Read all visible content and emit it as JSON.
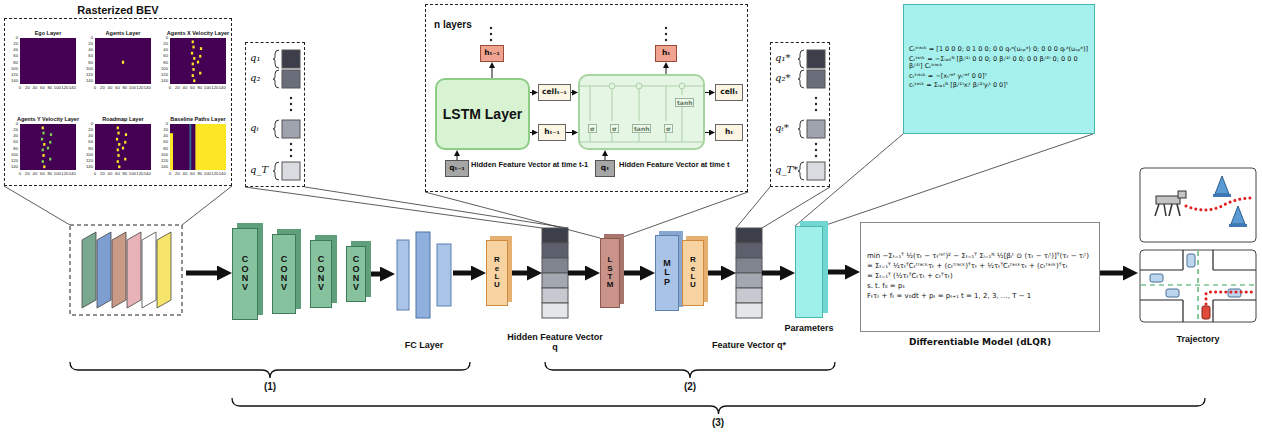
{
  "diagram": {
    "nodes": [
      {
        "text": [
          "Rasterized BEV"
        ]
      },
      {
        "text": [
          "Ego Layer"
        ],
        "in": 0
      },
      {
        "text": [
          "Agents Layer"
        ],
        "in": 0
      },
      {
        "text": [
          "Agents X Velocity Layer"
        ],
        "in": 0
      },
      {
        "text": [
          "Agents Y Velocity Layer"
        ],
        "in": 0
      },
      {
        "text": [
          "Roadmap Layer"
        ],
        "in": 0
      },
      {
        "text": [
          "Baseline Paths Layer"
        ],
        "in": 0
      },
      {
        "text": [
          "q₁",
          "q₂",
          "qₜ",
          "q_T"
        ]
      },
      {
        "text": [
          "n layers"
        ]
      },
      {
        "text": [
          "LSTM Layer"
        ],
        "in": 8
      },
      {
        "text": [
          "hₜ₋₁"
        ],
        "in": 8
      },
      {
        "text": [
          "cellₜ₋₁"
        ],
        "in": 8
      },
      {
        "text": [
          "hₜ₋₁"
        ],
        "in": 8
      },
      {
        "text": [
          "qₜ₋₁"
        ],
        "in": 8
      },
      {
        "text": [
          "σ",
          "σ",
          "tanh",
          "σ",
          "tanh"
        ],
        "in": 8
      },
      {
        "text": [
          "qₜ"
        ],
        "in": 8
      },
      {
        "text": [
          "hₜ"
        ],
        "in": 8
      },
      {
        "text": [
          "cellₜ"
        ],
        "in": 8
      },
      {
        "text": [
          "hₜ"
        ],
        "in": 8
      },
      {
        "text": [
          "q₁*",
          "q₂*",
          "qₜ*",
          "q_T*"
        ]
      },
      {
        "text": [
          "Cₜᵗʳᵃᶜᵏ = [1 0 0 0; 0 1 0 0; 0 0 qₜᵃ(uₛₚᵃ) 0; 0 0 0 qₜᵃ(uₛₚᵃ)]",
          "Cₜᵗᵃˢᵏ = −Σᵢ₌₁ᴺ [βᵢ⁽¹⁾ 0 0 0; 0 βᵢ⁽²⁾ 0 0; 0 0 βᵢ⁽³⁾ 0; 0 0 0 βᵢ⁽⁴⁾] Cₜᵗʳᵃᶜᵏ",
          "cₜᵗʳᵃᶜᵏ = −[xₜʳᵉᶠ yₜʳᵉᶠ 0 0]ᵀ",
          "cₜᵗᵃˢᵏ = Σᵢ₌₁ᴺ [βᵢ⁽¹⁾xᵢᵗ βᵢ⁽²⁾yᵢᵗ 0 0]ᵀ"
        ]
      },
      {
        "text": [
          "CONV"
        ]
      },
      {
        "text": [
          "CONV"
        ]
      },
      {
        "text": [
          "CONV"
        ]
      },
      {
        "text": [
          "CONV"
        ]
      },
      {
        "text": [
          "FC Layer"
        ]
      },
      {
        "text": [
          "ReLU"
        ]
      },
      {
        "text": [
          "Hidden Feature Vector q"
        ]
      },
      {
        "text": [
          "LSTM"
        ]
      },
      {
        "text": [
          "MLP"
        ]
      },
      {
        "text": [
          "ReLU"
        ]
      },
      {
        "text": [
          "Feature Vector q*"
        ]
      },
      {
        "text": [
          "Parameters"
        ]
      },
      {
        "text": [
          "min  −Σₜ₌₁ᵀ ½(τₜ − τₜʳᵉᶠ)² − Σₜ₌₁ᵀ Σᵢ₌₁ᴺ ½[βᵢᵗ ⊙ (τₜ − τᵢᵗ)]ᵀ(τₜ − τᵢᵗ)",
          "= Σₜ₌₁ᵀ ½τₜᵀCₜᵗʳᵃᶜᵏτₜ + (cₜᵗʳᵃᶜᵏ)ᵀτₜ + ½τₜᵀCₜᵗᵃˢᵏτₜ + (cₜᵗᵃˢᵏ)ᵀτₜ",
          "= Σₜ₌₁ᵀ (½τₜᵀCₜτₜ + cₜᵀτₜ)",
          "s. t.  f₀ = p₁",
          "Fₜτₜ + fₜ = v₀dt + pₜ = pₜ₊₁   t = 1, 2, 3, …, T − 1",
          "Differentiable Model (dLQR)"
        ]
      },
      {
        "text": [
          "Trajectory"
        ]
      }
    ],
    "edges": [
      {
        "from": 9,
        "to": 10,
        "arrow": "to"
      },
      {
        "from": 9,
        "to": 11,
        "arrow": "to"
      },
      {
        "from": 9,
        "to": 12,
        "arrow": "to"
      },
      {
        "from": 11,
        "to": 14,
        "arrow": "to"
      },
      {
        "from": 12,
        "to": 14,
        "arrow": "to"
      },
      {
        "from": 13,
        "to": 9,
        "arrow": "to"
      },
      {
        "from": 15,
        "to": 14,
        "arrow": "to"
      },
      {
        "from": 14,
        "to": 17,
        "arrow": "to"
      },
      {
        "from": 14,
        "to": 18,
        "arrow": "to"
      },
      {
        "from": 14,
        "to": 16,
        "arrow": "to"
      },
      {
        "from": 24,
        "to": 25,
        "arrow": "to"
      },
      {
        "from": 25,
        "to": 26,
        "arrow": "to"
      },
      {
        "from": 26,
        "to": 27,
        "arrow": "to"
      },
      {
        "from": 27,
        "to": 28,
        "arrow": "to"
      },
      {
        "from": 28,
        "to": 29,
        "arrow": "to"
      },
      {
        "from": 30,
        "to": 31,
        "arrow": "to"
      },
      {
        "from": 31,
        "to": 32,
        "arrow": "to"
      },
      {
        "from": 32,
        "to": 33,
        "arrow": "to"
      },
      {
        "from": 33,
        "to": 34,
        "arrow": "to"
      }
    ],
    "labels": [
      "0",
      "20",
      "40",
      "60",
      "80",
      "100",
      "120",
      "140",
      "0",
      "20",
      "40",
      "60",
      "80",
      "100",
      "120",
      "140",
      "0",
      "20",
      "40",
      "60",
      "80",
      "100",
      "120",
      "140",
      "0",
      "20",
      "40",
      "60",
      "80",
      "100",
      "120",
      "140",
      "0",
      "20",
      "40",
      "60",
      "80",
      "100",
      "120",
      "140",
      "0",
      "20",
      "40",
      "60",
      "80",
      "100",
      "120",
      "140",
      "0",
      "20",
      "40",
      "60",
      "80",
      "100",
      "120",
      "140",
      "0",
      "20",
      "40",
      "60",
      "80",
      "100",
      "120",
      "140",
      "0",
      "20",
      "40",
      "60",
      "80",
      "100",
      "120",
      "140",
      "0",
      "20",
      "40",
      "60",
      "80",
      "100",
      "120",
      "140",
      "0",
      "20",
      "40",
      "60",
      "80",
      "100",
      "120",
      "140",
      "0",
      "20",
      "40",
      "60",
      "80",
      "100",
      "120",
      "140",
      "Hidden Feature Vector at time t-1",
      "Hidden Feature Vector at time t",
      "(1)",
      "(2)",
      "(3)"
    ]
  }
}
